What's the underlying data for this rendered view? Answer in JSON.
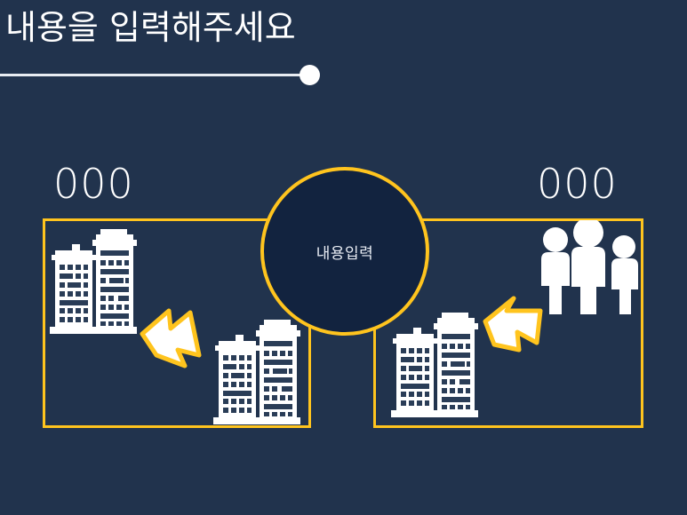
{
  "slide": {
    "background_color": "#21334d",
    "accent_color": "#ffc41e",
    "text_color": "#ffffff"
  },
  "header": {
    "title": "내용을 입력해주세요"
  },
  "center": {
    "label": "내용입력",
    "fill_color": "#12233f",
    "border_color": "#ffc41e"
  },
  "panels": [
    {
      "id": "left",
      "number_label": "000",
      "icons": [
        "buildings-icon",
        "arrow-down-right-icon",
        "buildings-icon"
      ]
    },
    {
      "id": "right",
      "number_label": "000",
      "icons": [
        "buildings-icon",
        "arrow-up-right-icon",
        "people-group-icon"
      ]
    }
  ]
}
